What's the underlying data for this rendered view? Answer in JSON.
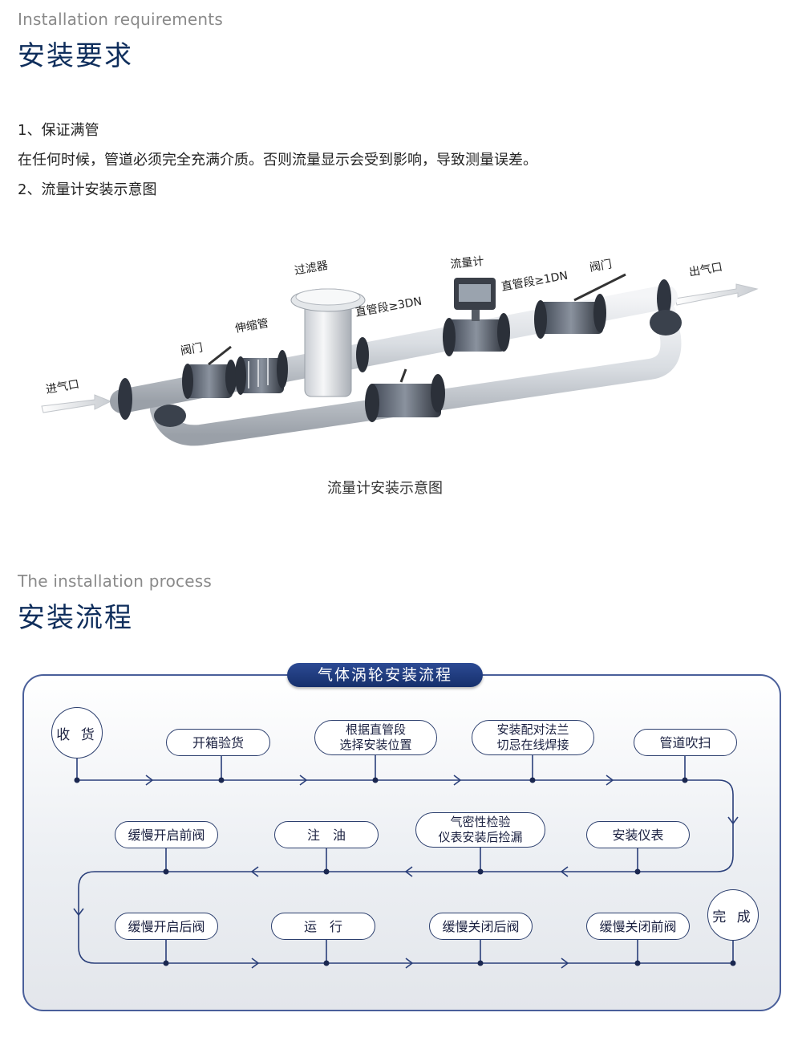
{
  "section1": {
    "en_title": "Installation requirements",
    "cn_title": "安装要求",
    "line1": "1、保证满管",
    "line2": "在任何时候，管道必须完全充满介质。否则流量显示会受到影响，导致测量误差。",
    "line3": "2、流量计安装示意图"
  },
  "diagram": {
    "labels": {
      "inlet": "进气口",
      "valve_left": "阀门",
      "expansion": "伸缩管",
      "filter": "过滤器",
      "straight_3dn": "直管段≥3DN",
      "flowmeter": "流量计",
      "straight_1dn": "直管段≥1DN",
      "valve_right": "阀门",
      "outlet": "出气口"
    },
    "caption": "流量计安装示意图"
  },
  "section2": {
    "en_title": "The installation process",
    "cn_title": "安装流程"
  },
  "flow": {
    "title": "气体涡轮安装流程",
    "start": "收 货",
    "end": "完 成",
    "row1": [
      "开箱验货",
      "根据直管段\n选择安装位置",
      "安装配对法兰\n切忌在线焊接",
      "管道吹扫"
    ],
    "row2": [
      "缓慢开启前阀",
      "注　油",
      "气密性检验\n仪表安装后捡漏",
      "安装仪表"
    ],
    "row3": [
      "缓慢开启后阀",
      "运　行",
      "缓慢关闭后阀",
      "缓慢关闭前阀"
    ],
    "colors": {
      "line": "#2a3f7a",
      "box_border": "#2c3f6e",
      "title_bg": "#1e3a82"
    }
  }
}
